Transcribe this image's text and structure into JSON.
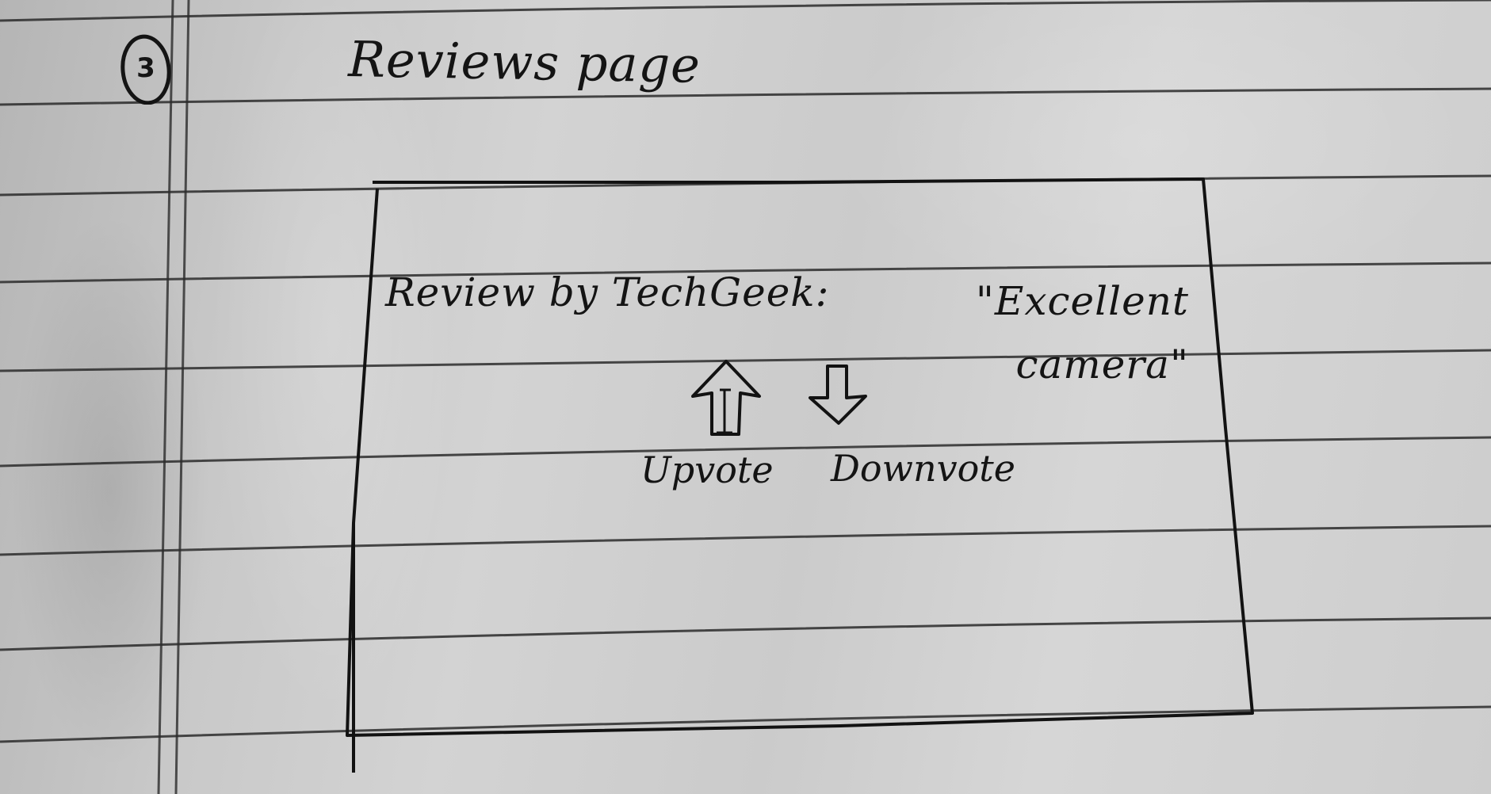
{
  "section": {
    "number": "3"
  },
  "page": {
    "title": "Reviews page"
  },
  "review_card": {
    "review_prefix": "Review by TechGeek:",
    "review_quote": "\"Excellent camera\"",
    "upvote_label": "Upvote",
    "downvote_label": "Downvote",
    "upvote_icon": "arrow-up-icon",
    "downvote_icon": "arrow-down-icon"
  },
  "colors": {
    "paper": "#cdcdcd",
    "ink": "#141414",
    "ruling": "#2a2a2a"
  }
}
